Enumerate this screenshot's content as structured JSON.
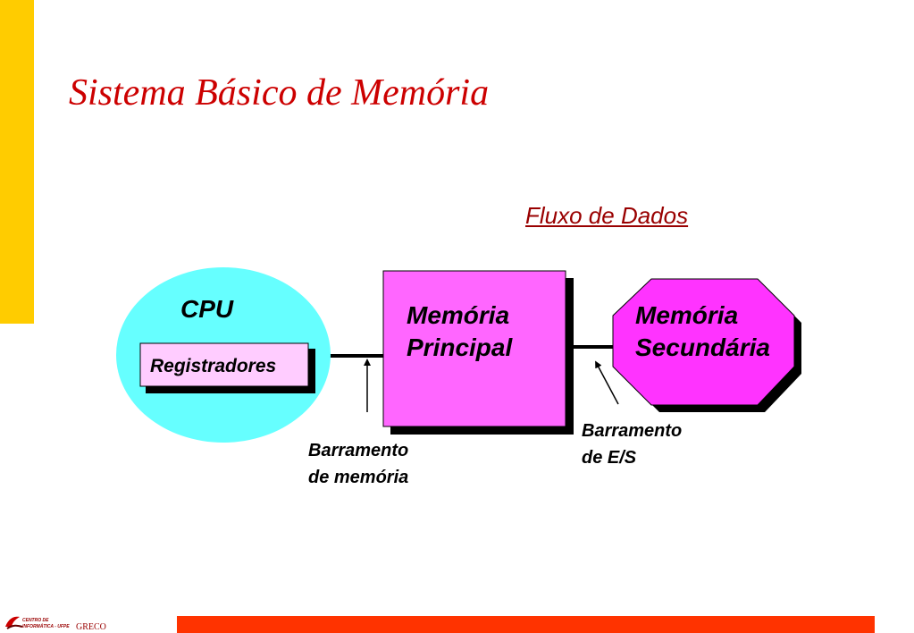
{
  "slide": {
    "title": "Sistema Básico de Memória",
    "flow_label": "Fluxo de Dados"
  },
  "diagram": {
    "cpu": {
      "label": "CPU",
      "register_label": "Registradores"
    },
    "main_memory": {
      "line1": "Memória",
      "line2": "Principal"
    },
    "secondary_memory": {
      "line1": "Memória",
      "line2": "Secundária"
    },
    "memory_bus": {
      "line1": "Barramento",
      "line2": "de memória"
    },
    "io_bus": {
      "line1": "Barramento",
      "line2": "de E/S"
    }
  },
  "footer": {
    "org_line1": "CENTRO DE",
    "org_line2": "INFORMÁTICA - UFPE",
    "group": "GRECO"
  },
  "colors": {
    "accent_yellow": "#ffcc00",
    "title_red": "#cc0000",
    "cpu_cyan": "#66ffff",
    "register_pink": "#ffccff",
    "main_memory_magenta": "#ff66ff",
    "secondary_memory_magenta": "#ff33ff",
    "footer_orange": "#ff3300"
  }
}
